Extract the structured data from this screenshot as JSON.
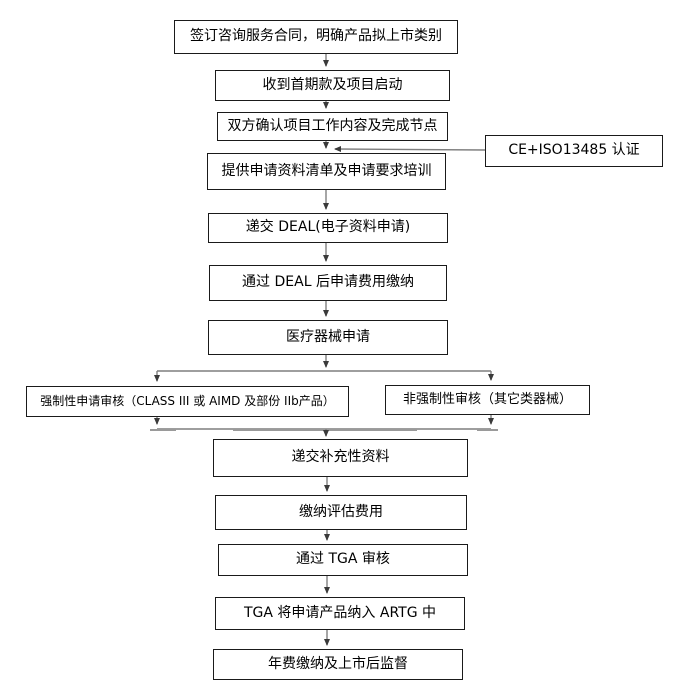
{
  "flowchart": {
    "nodes": {
      "sign_contract": "签订咨询服务合同，明确产品拟上市类别",
      "first_payment": "收到首期款及项目启动",
      "confirm_scope": "双方确认项目工作内容及完成节点",
      "provide_checklist": "提供申请资料清单及申请要求培训",
      "ce_note": "CE+ISO13485 认证",
      "submit_deal": "递交 DEAL(电子资料申请)",
      "deal_fee": "通过 DEAL 后申请费用缴纳",
      "device_application": "医疗器械申请",
      "mandatory_review": "强制性申请审核（CLASS III 或 AIMD 及部份 IIb产品）",
      "non_mandatory_review": "非强制性审核（其它类器械）",
      "supplementary_docs": "递交补充性资料",
      "assessment_fee": "缴纳评估费用",
      "tga_review": "通过 TGA 审核",
      "artg_inclusion": "TGA 将申请产品纳入 ARTG 中",
      "annual_fee": "年费缴纳及上市后监督"
    },
    "edges": [
      "sign_contract -> first_payment",
      "first_payment -> confirm_scope",
      "confirm_scope -> provide_checklist",
      "ce_note -> provide_checklist",
      "provide_checklist -> submit_deal",
      "submit_deal -> deal_fee",
      "deal_fee -> device_application",
      "device_application -> mandatory_review",
      "device_application -> non_mandatory_review",
      "mandatory_review -> supplementary_docs",
      "non_mandatory_review -> supplementary_docs",
      "supplementary_docs -> assessment_fee",
      "assessment_fee -> tga_review",
      "tga_review -> artg_inclusion",
      "artg_inclusion -> annual_fee"
    ],
    "colors": {
      "background": "#ffffff",
      "box_border": "#1a1a1a",
      "text": "#000000",
      "connector_line": "#7f7f7f",
      "arrowhead": "#3a3a3a"
    }
  }
}
